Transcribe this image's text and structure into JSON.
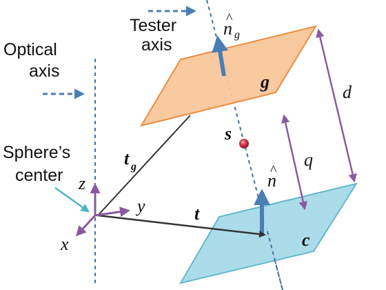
{
  "labels": {
    "optical_axis_line1": "Optical",
    "optical_axis_line2": "axis",
    "tester_axis_line1": "Tester",
    "tester_axis_line2": "axis",
    "sphere_center_line1": "Sphere’s",
    "sphere_center_line2": "center",
    "n_g_base": "n",
    "n_g_hat": "^",
    "n_g_sub": "g",
    "g": "g",
    "d": "d",
    "s": "s",
    "q": "q",
    "n_base": "n",
    "n_hat": "^",
    "t_g_base": "t",
    "t_g_sub": "g",
    "t": "t",
    "c": "c",
    "z": "z",
    "y": "y",
    "x": "x"
  },
  "colors": {
    "axis_dashed": "#3f6f9f",
    "arrow_blue": "#4a7db3",
    "plane_g_fill": "#f9c79b",
    "plane_g_stroke": "#e8893a",
    "plane_c_fill": "#a8dbe8",
    "plane_c_stroke": "#5bb5cc",
    "purple": "#8a5a9e",
    "vector_gray": "#333333",
    "sphere_red": "#c8283a",
    "teal_pointer": "#4bb6c4"
  }
}
